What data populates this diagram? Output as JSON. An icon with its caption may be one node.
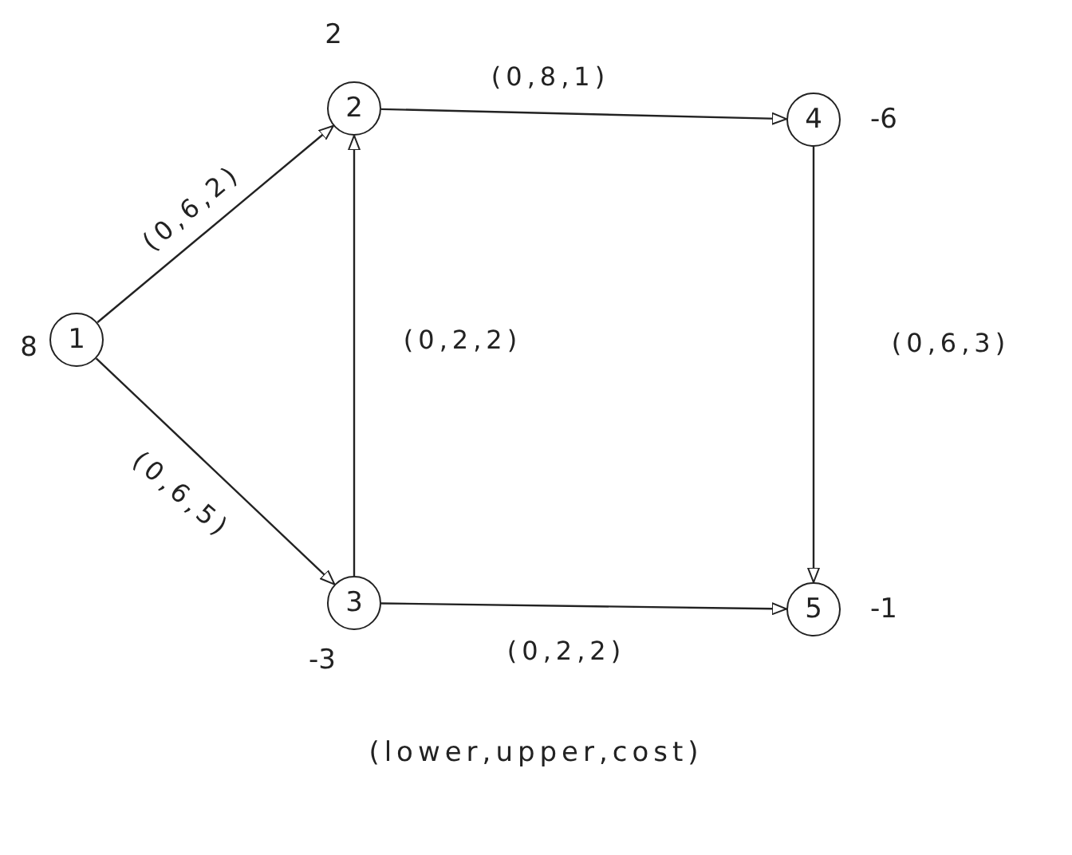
{
  "diagram": {
    "caption": "(lower,upper,cost)",
    "nodes": [
      {
        "text": [
          "1"
        ],
        "beside": [
          "8"
        ]
      },
      {
        "text": [
          "2"
        ],
        "beside": [
          "2"
        ]
      },
      {
        "text": [
          "3"
        ],
        "beside": [
          "-3"
        ]
      },
      {
        "text": [
          "4"
        ],
        "beside": [
          "-6"
        ]
      },
      {
        "text": [
          "5"
        ],
        "beside": [
          "-1"
        ]
      }
    ],
    "edges": [
      {
        "from": 0,
        "to": 1,
        "arrow": "to",
        "label": "(0,6,2)"
      },
      {
        "from": 0,
        "to": 2,
        "arrow": "to",
        "label": "(0,6,5)"
      },
      {
        "from": 1,
        "to": 3,
        "arrow": "to",
        "label": "(0,8,1)"
      },
      {
        "from": 2,
        "to": 1,
        "arrow": "to",
        "label": "(0,2,2)"
      },
      {
        "from": 3,
        "to": 4,
        "arrow": "to",
        "label": "(0,6,3)"
      },
      {
        "from": 2,
        "to": 4,
        "arrow": "to",
        "label": "(0,2,2)"
      }
    ]
  }
}
